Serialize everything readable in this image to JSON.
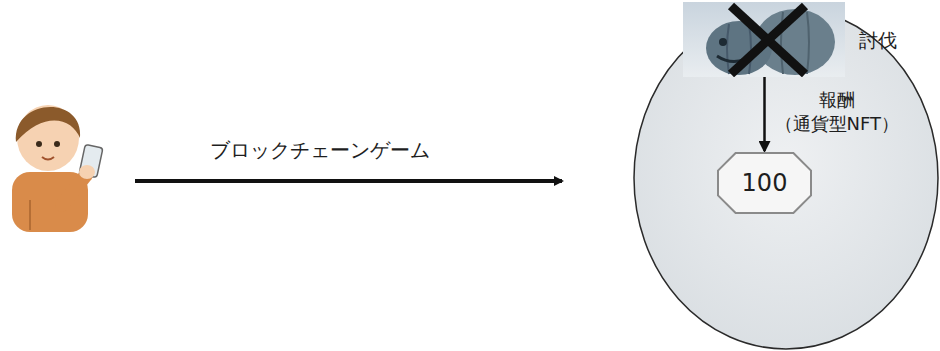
{
  "diagram": {
    "nodes": [
      {
        "text": [
          "討伐"
        ]
      },
      {
        "text": [
          "100"
        ]
      }
    ],
    "edges": [
      {
        "from": 0,
        "to": 1,
        "label": "報酬 （通貨型NFT）",
        "arrow": "to"
      }
    ],
    "labels": [
      "ブロックチェーンゲーム"
    ]
  }
}
